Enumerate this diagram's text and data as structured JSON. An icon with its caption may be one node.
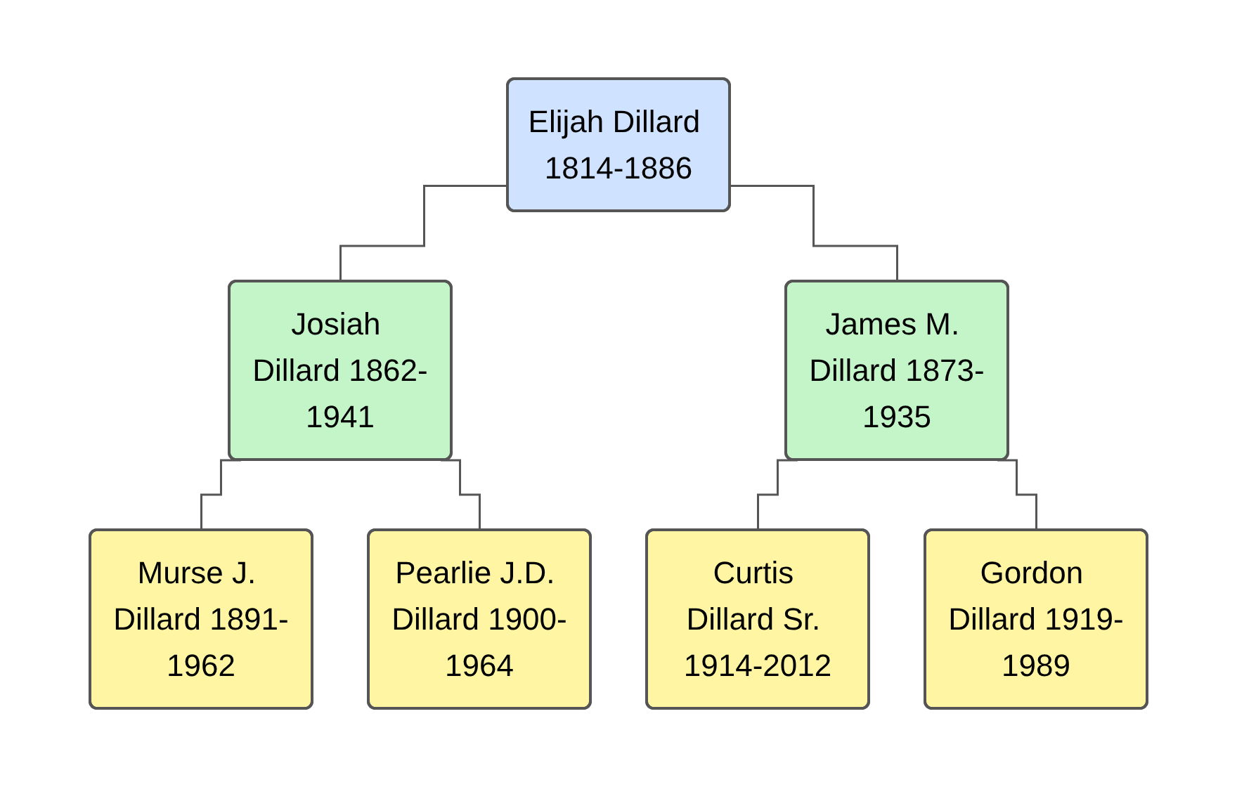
{
  "diagram": {
    "nodes": [
      {
        "text": [
          "Elijah Dillard 1814-1886"
        ]
      },
      {
        "text": [
          "Josiah Dillard 1862-1941"
        ]
      },
      {
        "text": [
          "James M. Dillard 1873-1935"
        ]
      },
      {
        "text": [
          "Murse J. Dillard 1891-1962"
        ]
      },
      {
        "text": [
          "Pearlie J.D. Dillard 1900-1964"
        ]
      },
      {
        "text": [
          "Curtis Dillard Sr. 1914-2012"
        ]
      },
      {
        "text": [
          "Gordon Dillard 1919-1989"
        ]
      }
    ],
    "edges": [
      {
        "from": 0,
        "to": 1,
        "arrow": "none"
      },
      {
        "from": 0,
        "to": 2,
        "arrow": "none"
      },
      {
        "from": 1,
        "to": 3,
        "arrow": "none"
      },
      {
        "from": 1,
        "to": 4,
        "arrow": "none"
      },
      {
        "from": 2,
        "to": 5,
        "arrow": "none"
      },
      {
        "from": 2,
        "to": 6,
        "arrow": "none"
      }
    ]
  }
}
